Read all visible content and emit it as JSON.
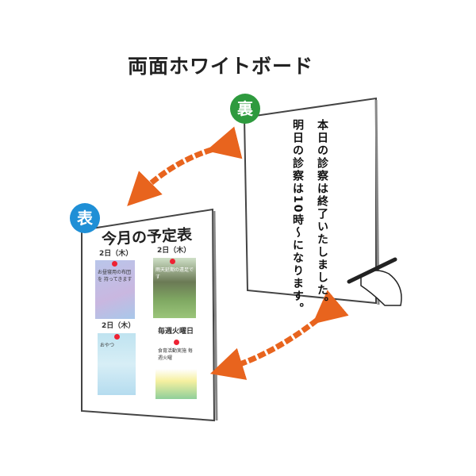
{
  "title": "両面ホワイトボード",
  "back": {
    "badge": "裏",
    "lines": [
      "本日の診察は終了いたしました。",
      "明日の診察は10時～になります。"
    ]
  },
  "front": {
    "badge": "表",
    "heading": "今月の予定表",
    "posters": [
      {
        "date": "2日（木）",
        "text": "お昼寝用の布団を 持ってきます"
      },
      {
        "date": "2日（木）",
        "text": "雨天延期の遠足です"
      },
      {
        "date": "2日（木）",
        "text": "おやつ"
      },
      {
        "date": "毎週火曜日",
        "text": "食育活動実施 毎週火曜"
      }
    ]
  },
  "colors": {
    "arrow": "#e8641e",
    "back_badge": "#2e9a3e",
    "front_badge": "#1f8fd6"
  }
}
